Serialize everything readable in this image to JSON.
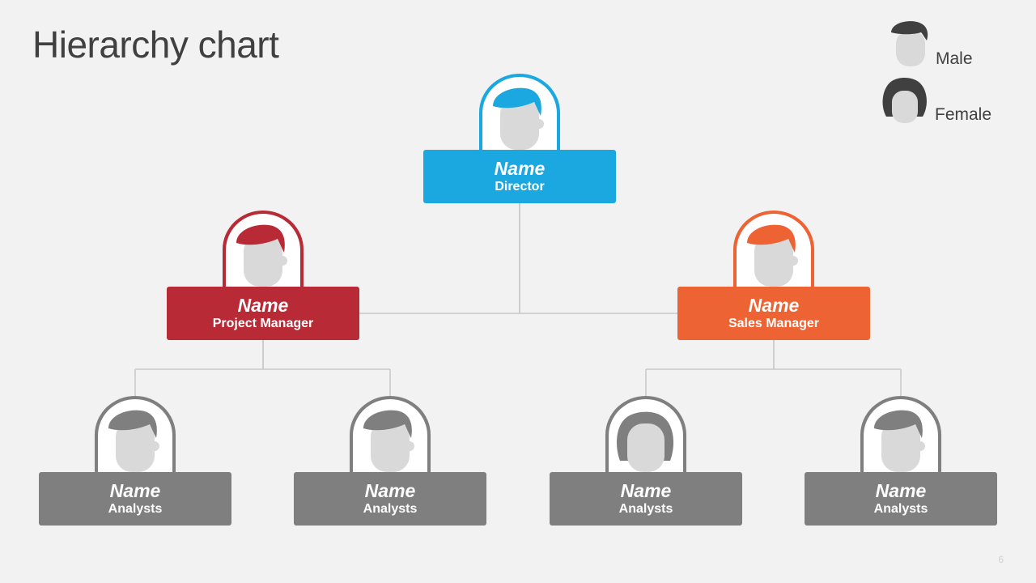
{
  "title": "Hierarchy chart",
  "legend": [
    {
      "label": "Male",
      "icon": "male-avatar-icon"
    },
    {
      "label": "Female",
      "icon": "female-avatar-icon"
    }
  ],
  "colors": {
    "director": "#1BA8E0",
    "project_manager": "#B82A35",
    "sales_manager": "#EE6334",
    "analyst": "#7F7F7F",
    "legend_icon": "#404040",
    "face": "#D9D9D9",
    "connector": "#C8C8C8"
  },
  "nodes": [
    {
      "id": "director",
      "name": "Name",
      "role": "Director",
      "gender": "male",
      "color_key": "director"
    },
    {
      "id": "project-manager",
      "name": "Name",
      "role": "Project Manager",
      "gender": "male",
      "color_key": "project_manager"
    },
    {
      "id": "sales-manager",
      "name": "Name",
      "role": "Sales Manager",
      "gender": "male",
      "color_key": "sales_manager"
    },
    {
      "id": "analyst-1",
      "name": "Name",
      "role": "Analysts",
      "gender": "male",
      "color_key": "analyst"
    },
    {
      "id": "analyst-2",
      "name": "Name",
      "role": "Analysts",
      "gender": "male",
      "color_key": "analyst"
    },
    {
      "id": "analyst-3",
      "name": "Name",
      "role": "Analysts",
      "gender": "female",
      "color_key": "analyst"
    },
    {
      "id": "analyst-4",
      "name": "Name",
      "role": "Analysts",
      "gender": "male",
      "color_key": "analyst"
    }
  ],
  "edges": [
    [
      "director",
      "project-manager"
    ],
    [
      "director",
      "sales-manager"
    ],
    [
      "project-manager",
      "analyst-1"
    ],
    [
      "project-manager",
      "analyst-2"
    ],
    [
      "sales-manager",
      "analyst-3"
    ],
    [
      "sales-manager",
      "analyst-4"
    ]
  ],
  "page_number": "6"
}
